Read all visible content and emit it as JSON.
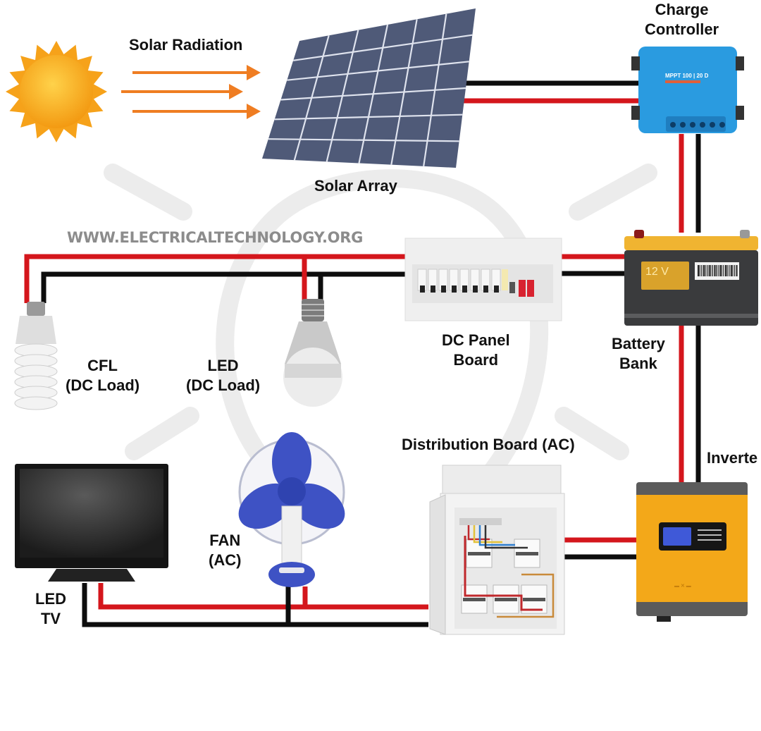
{
  "watermark": "WWW.ELECTRICALTECHNOLOGY.ORG",
  "colors": {
    "positive_wire": "#d4161c",
    "negative_wire": "#0d0d0d",
    "sun": "#f7a81b",
    "radiation_arrow": "#ef7d22",
    "solar_panel": "#4f5a78",
    "charge_controller": "#2a9be0",
    "battery_top": "#f0b431",
    "battery_body": "#3a3b3d",
    "inverter": "#f3a819",
    "fan_blue": "#3e52c4",
    "background": "#ffffff"
  },
  "labels": {
    "solar_radiation": "Solar Radiation",
    "solar_array": "Solar Array",
    "charge_controller": [
      "Charge",
      "Controller"
    ],
    "battery_bank": [
      "Battery",
      "Bank"
    ],
    "dc_panel_board": [
      "DC Panel",
      "Board"
    ],
    "cfl": [
      "CFL",
      "(DC Load)"
    ],
    "led": [
      "LED",
      "(DC Load)"
    ],
    "distribution_board": "Distribution Board (AC)",
    "inverter": "Inverte",
    "fan": [
      "FAN",
      "(AC)"
    ],
    "led_tv": [
      "LED",
      "TV"
    ]
  },
  "devices": {
    "charge_controller_model": "MPPT 100 | 20 D",
    "battery_voltage": "12 V"
  }
}
